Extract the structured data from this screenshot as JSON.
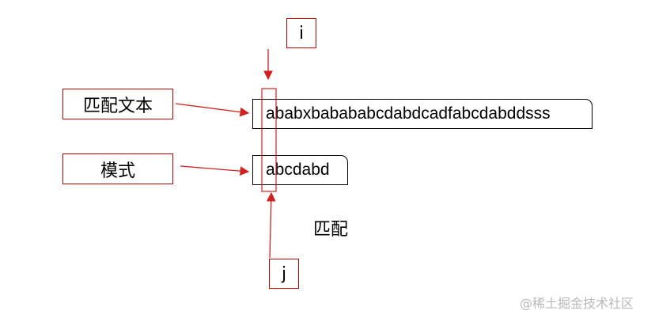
{
  "labels": {
    "i": "i",
    "j": "j",
    "match_text": "匹配文本",
    "pattern": "模式",
    "match": "匹配"
  },
  "strings": {
    "text": "ababxbabababcdabdcadfabcdabddsss",
    "pattern": "abcdabd"
  },
  "watermark": "@稀土掘金技术社区",
  "colors": {
    "arrow": "#d02020",
    "box_border": "#c00000",
    "text_box_border": "#000000"
  }
}
